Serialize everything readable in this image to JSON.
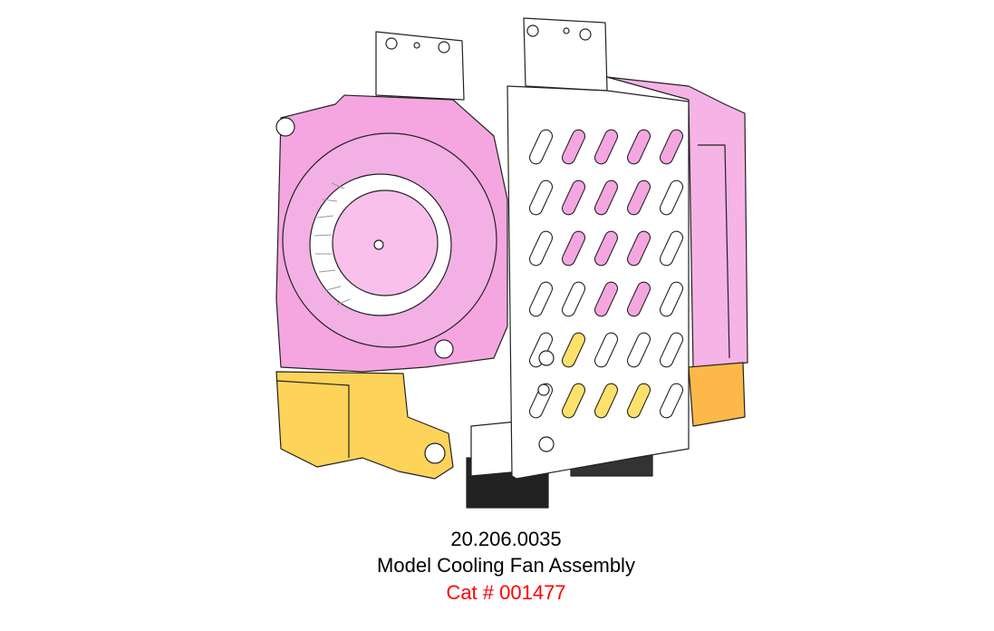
{
  "caption": {
    "part_number": "20.206.0035",
    "description": "Model Cooling Fan Assembly",
    "catalog": "Cat # 001477"
  },
  "colors": {
    "fan_pink": "#f5a6e0",
    "duct_yellow": "#fdd35a",
    "catalog_red": "#ff0000",
    "connector_black": "#222222"
  }
}
